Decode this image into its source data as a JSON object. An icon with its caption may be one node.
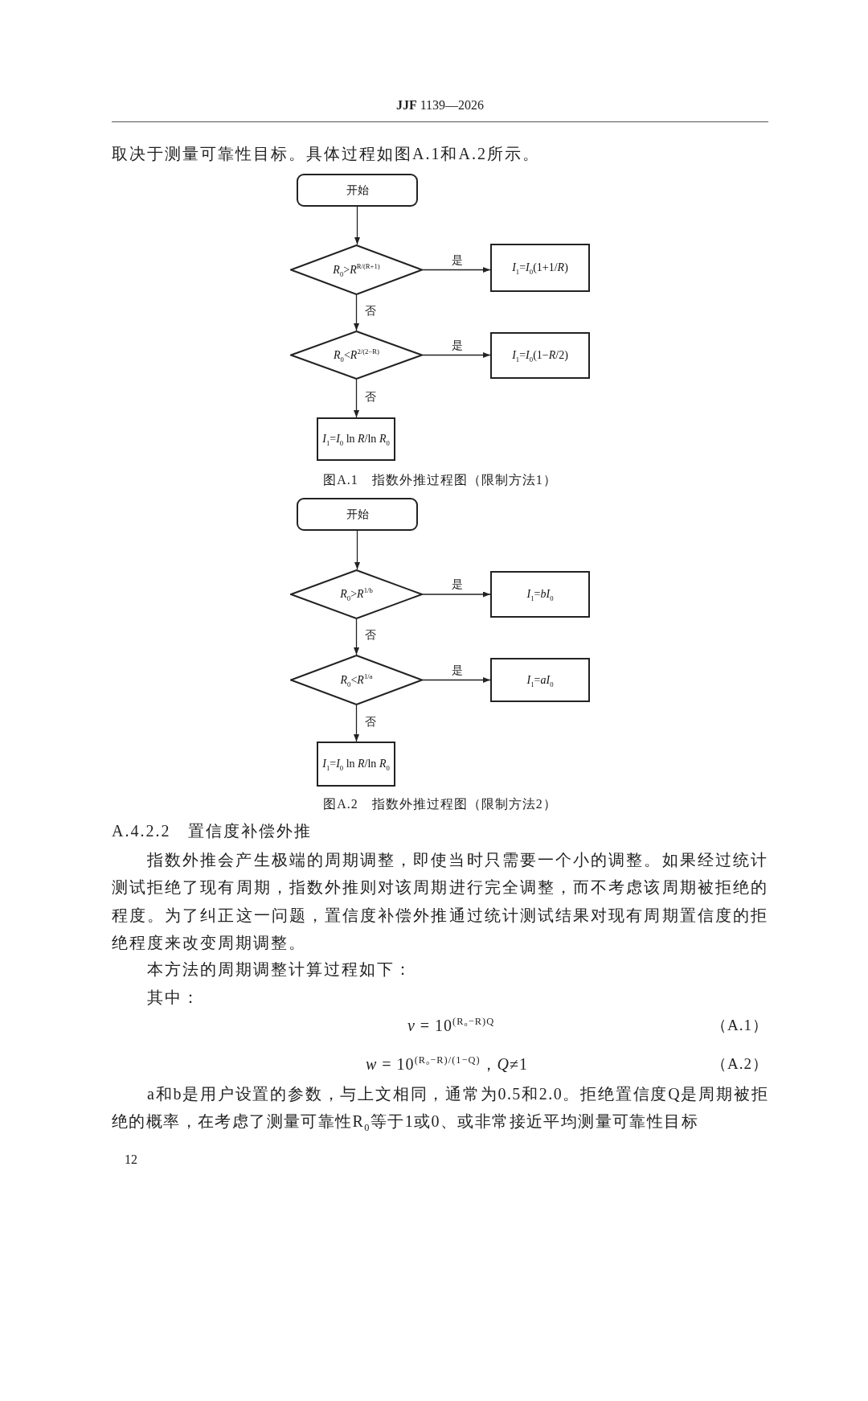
{
  "diagram": {
    "nodes": [
      {
        "text": [
          "开始"
        ]
      },
      {
        "text": [
          "*R*$_{0}$>*R*$^{R/(R+1)}$"
        ]
      },
      {
        "text": [
          "*I*$_{1}$=*I*$_{0}$(1+1/*R*)"
        ]
      },
      {
        "text": [
          "*R*$_{0}$<*R*$^{2/(2−R)}$"
        ]
      },
      {
        "text": [
          "*I*$_{1}$=*I*$_{0}$(1−*R*/2)"
        ]
      },
      {
        "text": [
          "*I*$_{1}$=*I*$_{0}$ ln *R*/ln *R*$_{0}$"
        ]
      },
      {
        "text": [
          "开始"
        ]
      },
      {
        "text": [
          "*R*$_{0}$>*R*$^{1/b}$"
        ]
      },
      {
        "text": [
          "*I*$_{1}$=*bI*$_{0}$"
        ]
      },
      {
        "text": [
          "*R*$_{0}$<*R*$^{1/a}$"
        ]
      },
      {
        "text": [
          "*I*$_{1}$=*aI*$_{0}$"
        ]
      },
      {
        "text": [
          "*I*$_{1}$=*I*$_{0}$ ln *R*/ln *R*$_{0}$"
        ]
      }
    ],
    "edges": [
      {
        "from": 0,
        "to": 1,
        "arrow": "to"
      },
      {
        "from": 1,
        "to": 2,
        "arrow": "to",
        "label": "是"
      },
      {
        "from": 1,
        "to": 3,
        "arrow": "to",
        "label": "否"
      },
      {
        "from": 3,
        "to": 4,
        "arrow": "to",
        "label": "是"
      },
      {
        "from": 3,
        "to": 5,
        "arrow": "to",
        "label": "否"
      },
      {
        "from": 6,
        "to": 7,
        "arrow": "to"
      },
      {
        "from": 7,
        "to": 8,
        "arrow": "to",
        "label": "是"
      },
      {
        "from": 7,
        "to": 9,
        "arrow": "to",
        "label": "否"
      },
      {
        "from": 9,
        "to": 10,
        "arrow": "to",
        "label": "是"
      },
      {
        "from": 9,
        "to": 11,
        "arrow": "to",
        "label": "否"
      }
    ],
    "labels": [
      "**JJF** 1139—2026",
      "取决于测量可靠性目标。具体过程如图A.1和A.2所示。",
      "图A.1　指数外推过程图（限制方法1）",
      "图A.2　指数外推过程图（限制方法2）",
      "A.4.2.2　置信度补偿外推",
      "指数外推会产生极端的周期调整，即使当时只需要一个小的调整。如果经过统计测试拒绝了现有周期，指数外推则对该周期进行完全调整，而不考虑该周期被拒绝的程度。为了纠正这一问题，置信度补偿外推通过统计测试结果对现有周期置信度的拒绝程度来改变周期调整。",
      "本方法的周期调整计算过程如下：",
      "其中：",
      "*v* = 10$^{(R₀−R)Q}$",
      "（A.1）",
      "*w* = 10$^{(R₀−R)/(1−Q)}$，*Q*≠1",
      "（A.2）",
      "a和b是用户设置的参数，与上文相同，通常为0.5和2.0。拒绝置信度Q是周期被拒绝的概率，在考虑了测量可靠性R$_{0}$等于1或0、或非常接近平均测量可靠性目标",
      "12"
    ]
  }
}
